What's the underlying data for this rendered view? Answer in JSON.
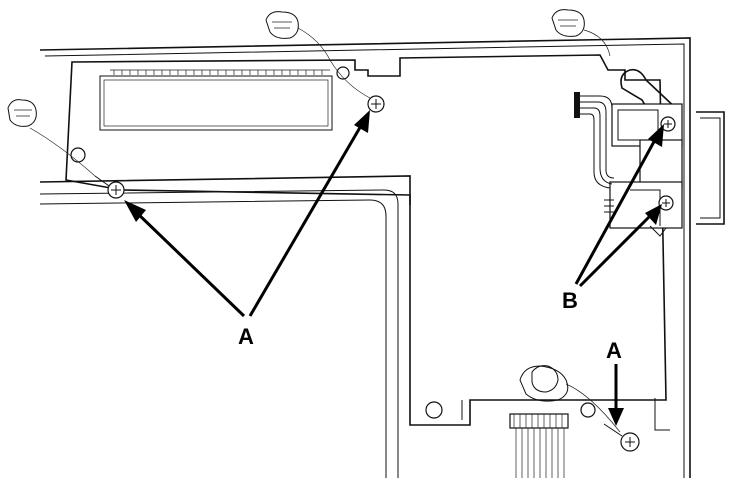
{
  "labels": {
    "a_left": "A",
    "b_right": "B",
    "a_bottom": "A"
  },
  "callouts": {
    "A": "screw",
    "B": "screw"
  }
}
